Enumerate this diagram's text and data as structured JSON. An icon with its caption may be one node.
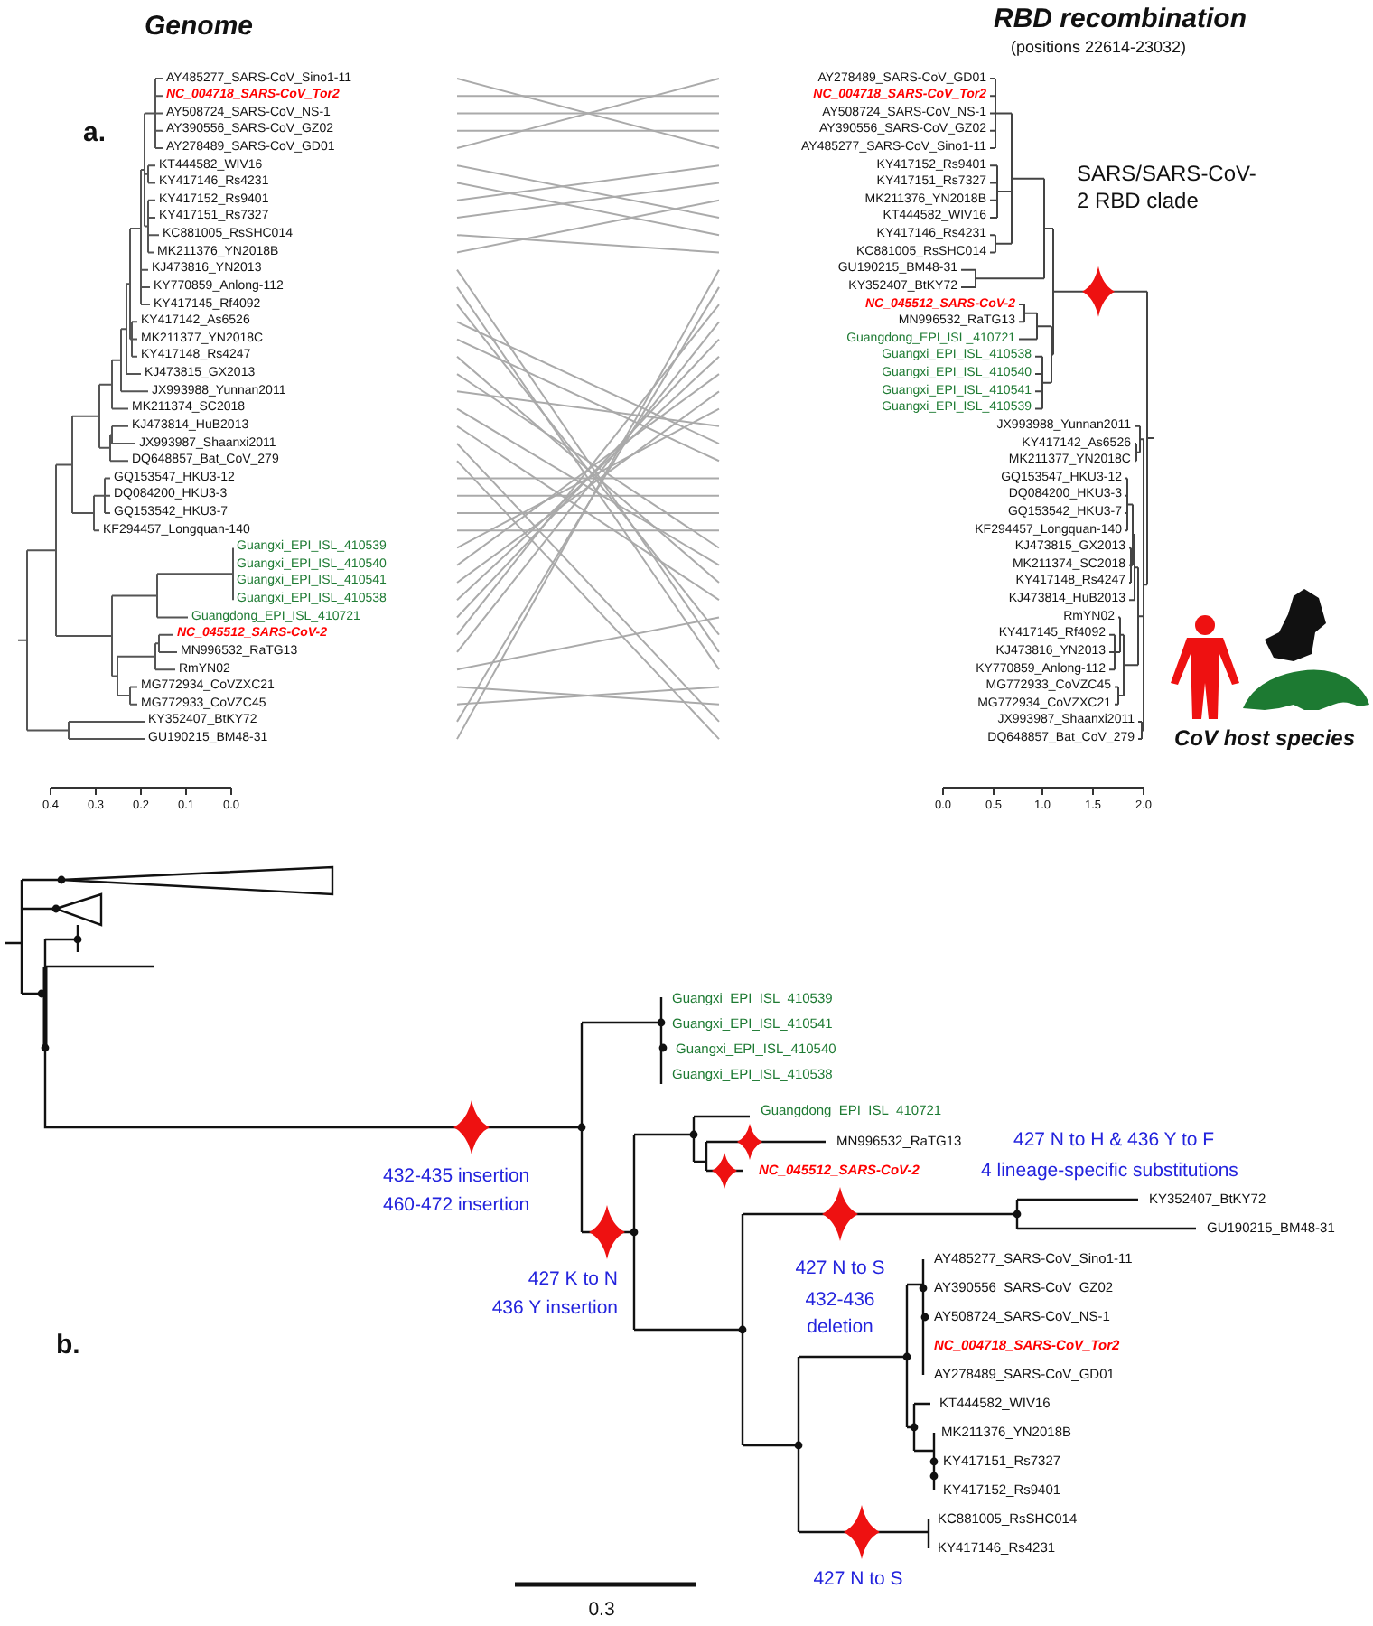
{
  "diagram": {
    "labels": [
      "Genome",
      "RBD recombination",
      "(positions 22614-23032)",
      "a.",
      "AY485277_SARS-CoV_Sino1-11",
      "NC_004718_SARS-CoV_Tor2",
      "AY508724_SARS-CoV_NS-1",
      "AY390556_SARS-CoV_GZ02",
      "AY278489_SARS-CoV_GD01",
      "KT444582_WIV16",
      "KY417146_Rs4231",
      "KY417152_Rs9401",
      "KY417151_Rs7327",
      "KC881005_RsSHC014",
      "MK211376_YN2018B",
      "KJ473816_YN2013",
      "KY770859_Anlong-112",
      "KY417145_Rf4092",
      "KY417142_As6526",
      "MK211377_YN2018C",
      "KY417148_Rs4247",
      "KJ473815_GX2013",
      "JX993988_Yunnan2011",
      "MK211374_SC2018",
      "KJ473814_HuB2013",
      "JX993987_Shaanxi2011",
      "DQ648857_Bat_CoV_279",
      "GQ153547_HKU3-12",
      "DQ084200_HKU3-3",
      "GQ153542_HKU3-7",
      "KF294457_Longquan-140",
      "Guangxi_EPI_ISL_410539",
      "Guangxi_EPI_ISL_410540",
      "Guangxi_EPI_ISL_410541",
      "Guangxi_EPI_ISL_410538",
      "Guangdong_EPI_ISL_410721",
      "NC_045512_SARS-CoV-2",
      "MN996532_RaTG13",
      "RmYN02",
      "MG772934_CoVZXC21",
      "MG772933_CoVZC45",
      "KY352407_BtKY72",
      "GU190215_BM48-31",
      "AY278489_SARS-CoV_GD01",
      "NC_004718_SARS-CoV_Tor2",
      "AY508724_SARS-CoV_NS-1",
      "AY390556_SARS-CoV_GZ02",
      "AY485277_SARS-CoV_Sino1-11",
      "KY417152_Rs9401",
      "KY417151_Rs7327",
      "MK211376_YN2018B",
      "KT444582_WIV16",
      "KY417146_Rs4231",
      "KC881005_RsSHC014",
      "GU190215_BM48-31",
      "KY352407_BtKY72",
      "NC_045512_SARS-CoV-2",
      "MN996532_RaTG13",
      "Guangdong_EPI_ISL_410721",
      "Guangxi_EPI_ISL_410538",
      "Guangxi_EPI_ISL_410540",
      "Guangxi_EPI_ISL_410541",
      "Guangxi_EPI_ISL_410539",
      "JX993988_Yunnan2011",
      "KY417142_As6526",
      "MK211377_YN2018C",
      "GQ153547_HKU3-12",
      "DQ084200_HKU3-3",
      "GQ153542_HKU3-7",
      "KF294457_Longquan-140",
      "KJ473815_GX2013",
      "MK211374_SC2018",
      "KY417148_Rs4247",
      "KJ473814_HuB2013",
      "RmYN02",
      "KY417145_Rf4092",
      "KJ473816_YN2013",
      "KY770859_Anlong-112",
      "MG772933_CoVZC45",
      "MG772934_CoVZXC21",
      "JX993987_Shaanxi2011",
      "DQ648857_Bat_CoV_279",
      "SARS/SARS-CoV-2 RBD clade",
      "CoV host species",
      "0.4",
      "0.3",
      "0.2",
      "0.1",
      "0.0",
      "0.0",
      "0.5",
      "1.0",
      "1.5",
      "2.0",
      "b.",
      "Guangxi_EPI_ISL_410539",
      "Guangxi_EPI_ISL_410541",
      "Guangxi_EPI_ISL_410540",
      "Guangxi_EPI_ISL_410538",
      "Guangdong_EPI_ISL_410721",
      "MN996532_RaTG13",
      "NC_045512_SARS-CoV-2",
      "KY352407_BtKY72",
      "GU190215_BM48-31",
      "AY485277_SARS-CoV_Sino1-11",
      "AY390556_SARS-CoV_GZ02",
      "AY508724_SARS-CoV_NS-1",
      "NC_004718_SARS-CoV_Tor2",
      "AY278489_SARS-CoV_GD01",
      "KT444582_WIV16",
      "MK211376_YN2018B",
      "KY417151_Rs7327",
      "KY417152_Rs9401",
      "KC881005_RsSHC014",
      "KY417146_Rs4231",
      "432-435 insertion",
      "460-472 insertion",
      "427 K to N",
      "436 Y insertion",
      "427 N to H & 436 Y to F",
      "4 lineage-specific substitutions",
      "427 N to S",
      "432-436 deletion",
      "427 N to S",
      "0.3"
    ]
  }
}
